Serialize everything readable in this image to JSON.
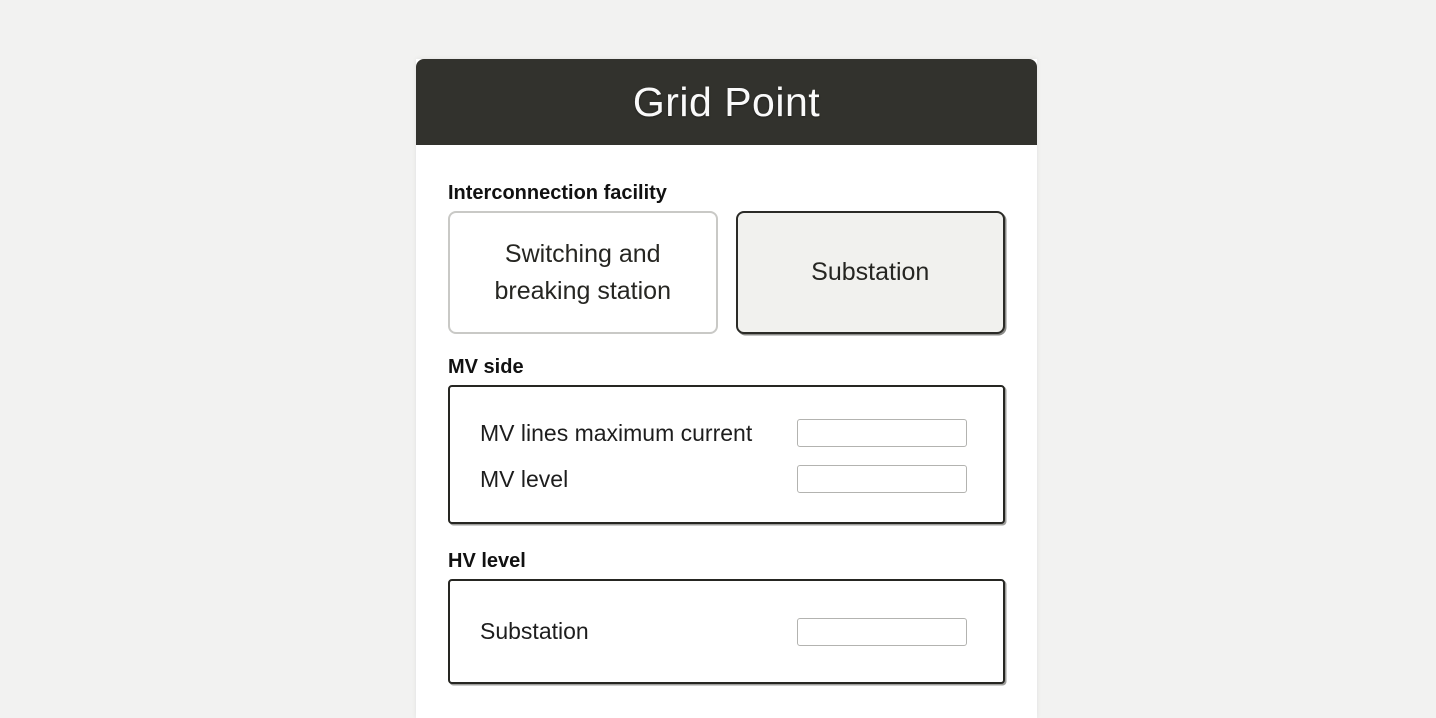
{
  "header": {
    "title": "Grid Point"
  },
  "facility": {
    "label": "Interconnection facility",
    "options": [
      {
        "label": "Switching and breaking station",
        "selected": false
      },
      {
        "label": "Substation",
        "selected": true
      }
    ]
  },
  "mv_side": {
    "label": "MV side",
    "fields": [
      {
        "label": "MV lines maximum current",
        "value": "",
        "placeholder": ""
      },
      {
        "label": "MV level",
        "value": "",
        "placeholder": ""
      }
    ]
  },
  "hv_level": {
    "label": "HV level",
    "fields": [
      {
        "label": "Substation",
        "value": "",
        "placeholder": ""
      }
    ]
  },
  "colors": {
    "page_background": "#f2f2f1",
    "card_background": "#ffffff",
    "header_background": "#32322d",
    "header_text": "#fafafa",
    "selected_option_background": "#f1f1ee",
    "selected_option_border": "#2b2b27",
    "unselected_option_border": "#c9c9c6",
    "group_box_border": "#262622",
    "input_border": "#b3b3b0"
  }
}
